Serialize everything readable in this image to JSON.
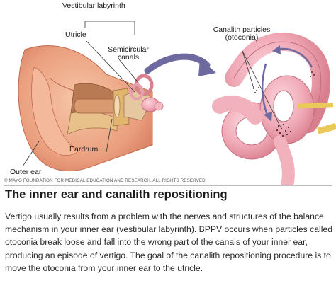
{
  "figure": {
    "labels": {
      "vestibular_labyrinth": "Vestibular labyrinth",
      "utricle": "Utricle",
      "semicircular_canals": "Semicircular canals",
      "canalith_particles": "Canalith particles (otoconia)",
      "eardrum": "Eardrum",
      "outer_ear": "Outer ear"
    },
    "credit": "© MAYO FOUNDATION FOR MEDICAL EDUCATION AND RESEARCH. ALL RIGHTS RESERVED."
  },
  "article": {
    "title": "The inner ear and canalith repositioning",
    "body": "Vertigo usually results from a problem with the nerves and structures of the balance mechanism in your inner ear (vestibular labyrinth). BPPV occurs when particles called otoconia break loose and fall into the wrong part of the canals of your inner ear, producing an episode of vertigo. The goal of the canalith repositioning procedure is to move the otoconia from your inner ear to the utricle."
  }
}
